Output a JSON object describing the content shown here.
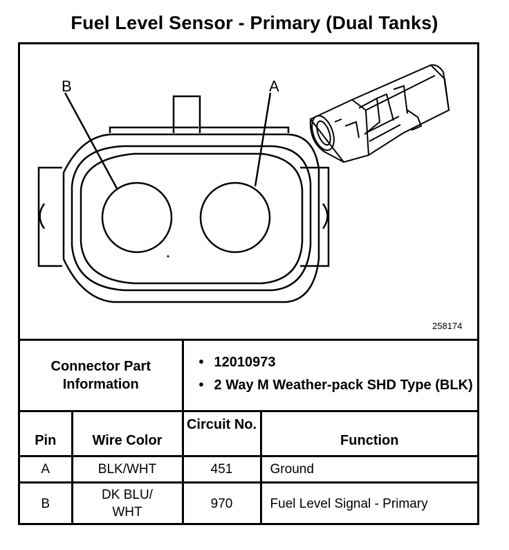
{
  "title": "Fuel Level Sensor - Primary (Dual Tanks)",
  "diagram": {
    "label_a": "A",
    "label_b": "B",
    "figure_number": "258174"
  },
  "connector_info": {
    "label": "Connector Part Information",
    "items": [
      "12010973",
      "2 Way M Weather-pack SHD Type (BLK)"
    ]
  },
  "table": {
    "headers": {
      "pin": "Pin",
      "wire_color": "Wire Color",
      "circuit": "Circuit No.",
      "function": "Function"
    },
    "rows": [
      {
        "pin": "A",
        "wire_color": "BLK/WHT",
        "circuit": "451",
        "function": "Ground"
      },
      {
        "pin": "B",
        "wire_color": "DK BLU/ WHT",
        "circuit": "970",
        "function": "Fuel Level Signal - Primary"
      }
    ]
  }
}
